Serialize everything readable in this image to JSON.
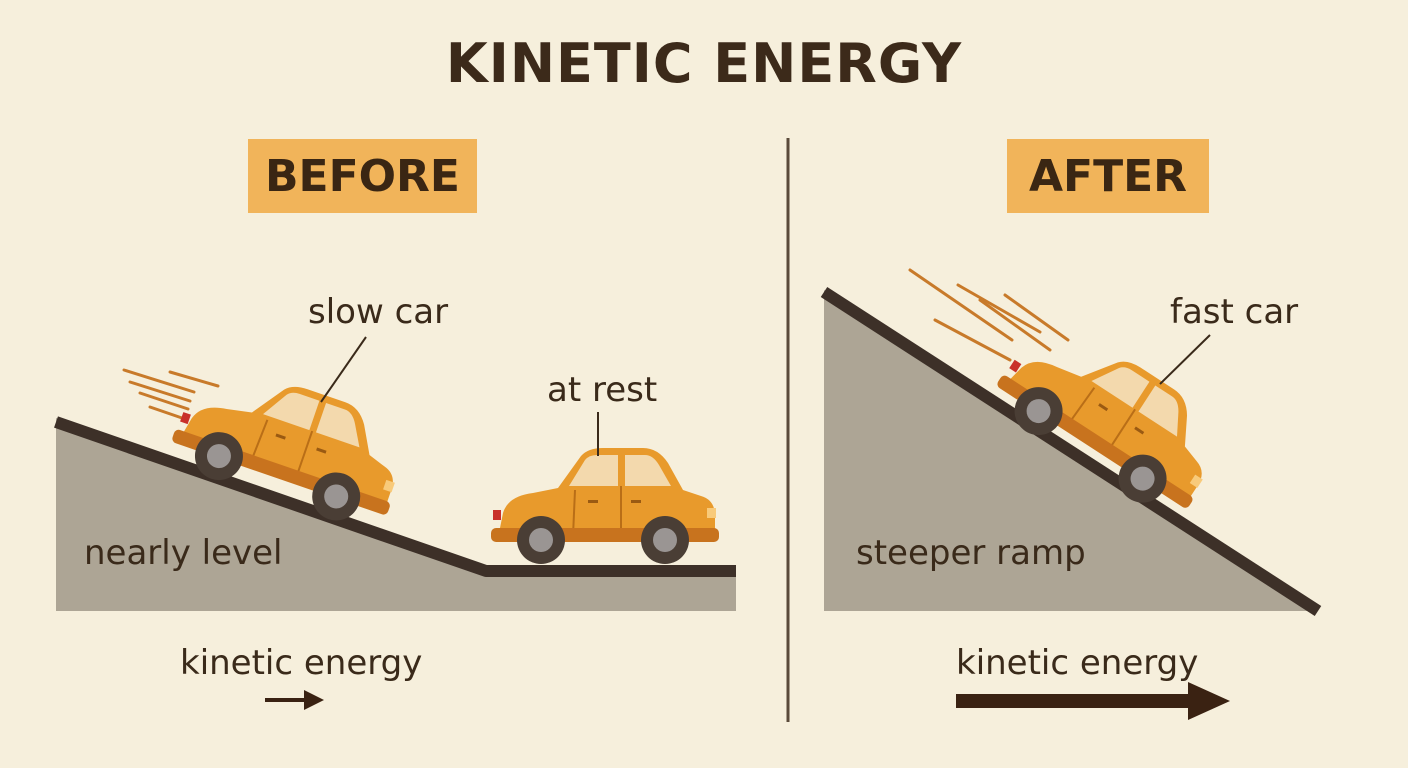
{
  "title": "KINETIC ENERGY",
  "panels": {
    "before": {
      "heading": "BEFORE",
      "car_moving_label": "slow car",
      "car_parked_label": "at rest",
      "ramp_label": "nearly level",
      "energy_label": "kinetic energy"
    },
    "after": {
      "heading": "AFTER",
      "car_moving_label": "fast car",
      "ramp_label": "steeper ramp",
      "energy_label": "kinetic energy"
    }
  },
  "colors": {
    "background": "#f6efdc",
    "badge": "#f1b45a",
    "car_body": "#e89a2c",
    "ramp_fill": "#ada595",
    "ramp_edge": "#3d3028",
    "arrow": "#3a2212"
  }
}
